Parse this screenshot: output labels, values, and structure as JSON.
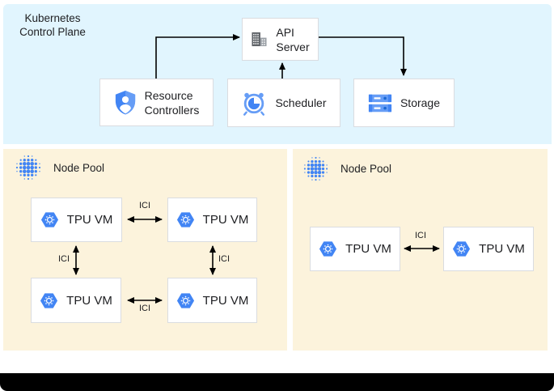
{
  "colors": {
    "control_plane_bg": "#E1F5FE",
    "node_pool_bg": "#FCF3DC",
    "box_bg": "#FFFFFF",
    "box_border": "#DADCE0",
    "text": "#202124",
    "arrow": "#000000",
    "icon_blue": "#4285F4",
    "icon_light_blue": "#669DF6",
    "icon_gray": "#5F6368",
    "footer": "#000000"
  },
  "control_plane": {
    "label_line1": "Kubernetes",
    "label_line2": "Control Plane",
    "api_server": {
      "line1": "API",
      "line2": "Server",
      "icon": "building-icon"
    },
    "resource_controllers": {
      "line1": "Resource",
      "line2": "Controllers",
      "icon": "shield-user-icon"
    },
    "scheduler": {
      "label": "Scheduler",
      "icon": "alarm-clock-icon"
    },
    "storage": {
      "label": "Storage",
      "icon": "stacked-disks-icon"
    }
  },
  "node_pools": [
    {
      "label": "Node Pool",
      "icon": "dot-matrix-icon",
      "tpu_vms": [
        "TPU VM",
        "TPU VM",
        "TPU VM",
        "TPU VM"
      ],
      "interconnect_label": "ICI"
    },
    {
      "label": "Node Pool",
      "icon": "dot-matrix-icon",
      "tpu_vms": [
        "TPU VM",
        "TPU VM"
      ],
      "interconnect_label": "ICI"
    }
  ]
}
